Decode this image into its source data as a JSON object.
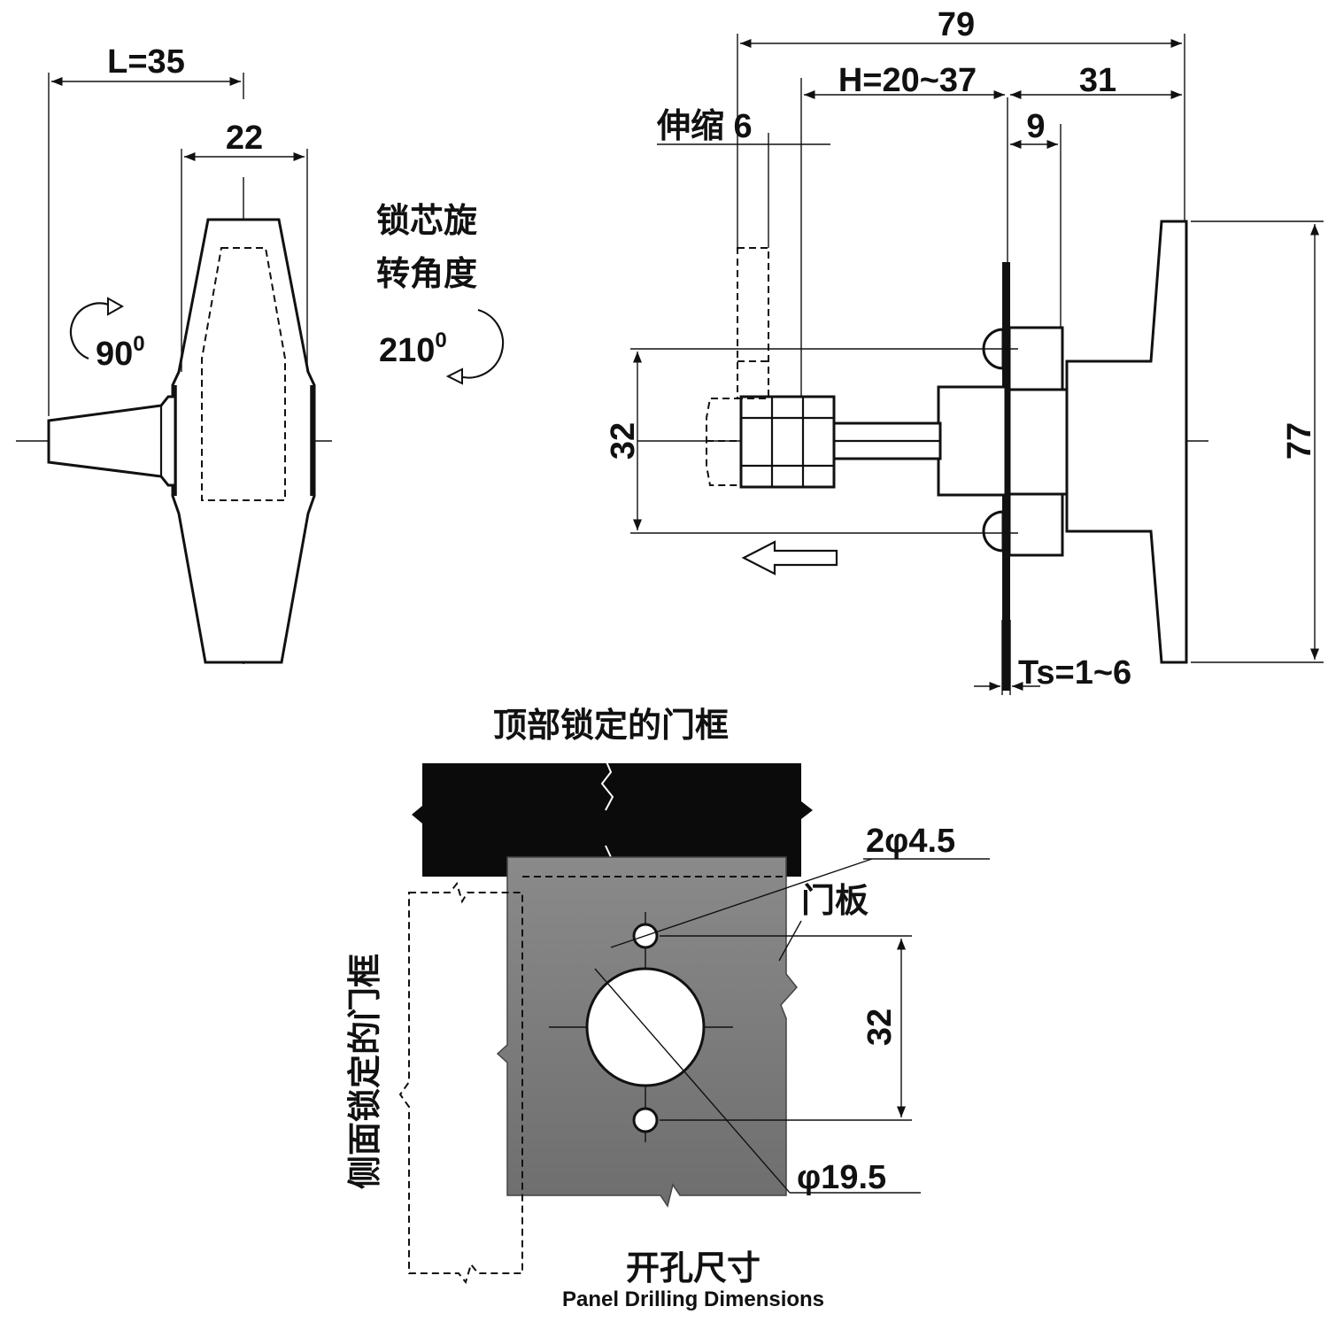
{
  "side_view": {
    "dim_L": "L=35",
    "dim_width": "22",
    "rotation_90": "90",
    "rotation_90_sup": "0"
  },
  "rotation_note": {
    "line1": "锁芯旋",
    "line2": "转角度",
    "angle": "210",
    "angle_sup": "0"
  },
  "front_view": {
    "dim_total": "79",
    "dim_H": "H=20~37",
    "dim_31": "31",
    "dim_stroke": "伸缩 6",
    "dim_9": "9",
    "dim_32": "32",
    "dim_77": "77",
    "dim_Ts": "Ts=1~6"
  },
  "drilling": {
    "top_frame_label": "顶部锁定的门框",
    "side_frame_label": "侧面锁定的门框",
    "small_holes": "2φ4.5",
    "panel_label": "门板",
    "hole_spacing": "32",
    "big_hole": "φ19.5",
    "caption_cn": "开孔尺寸",
    "caption_en": "Panel Drilling Dimensions"
  },
  "colors": {
    "line": "#111111",
    "frame_fill": "#0b0b0b",
    "panel_fill": "#7f7f7f",
    "hole_fill": "#ffffff"
  }
}
